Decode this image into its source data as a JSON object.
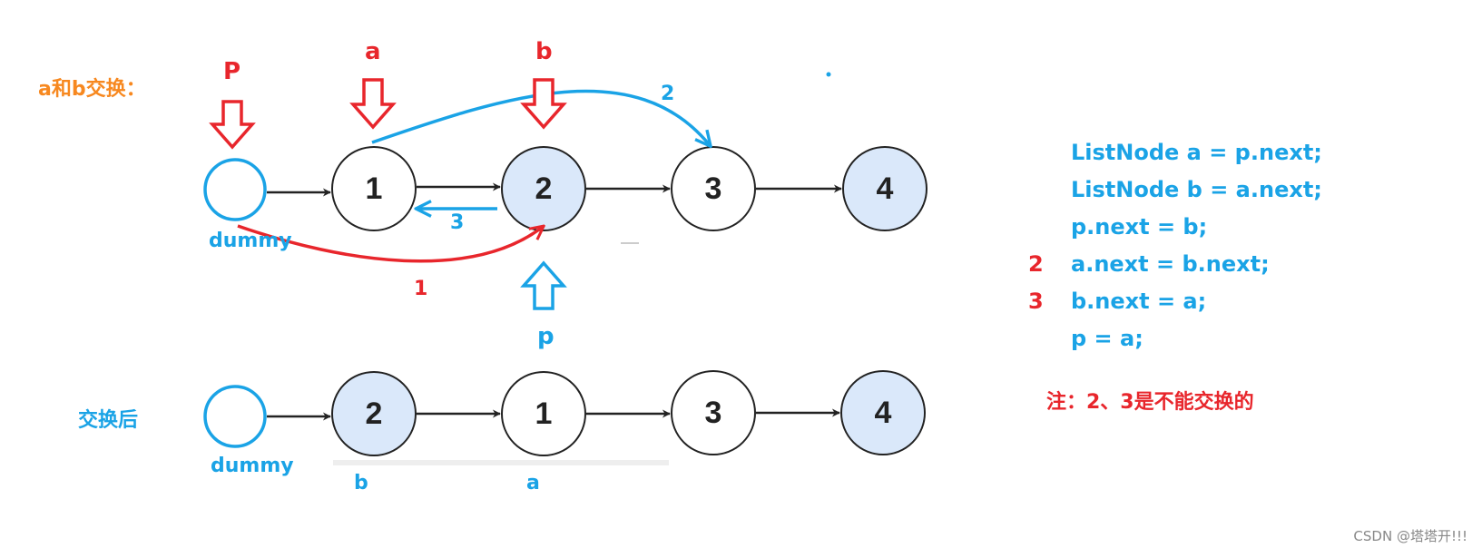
{
  "title": "a和b交换：",
  "after_title": "交换后",
  "pointers": {
    "p_top": "P",
    "a_top": "a",
    "b_top": "b",
    "p_bottom": "p"
  },
  "before_nodes": [
    "1",
    "2",
    "3",
    "4"
  ],
  "after_nodes": [
    "2",
    "1",
    "3",
    "4"
  ],
  "dummy_label": "dummy",
  "after_pointers": {
    "b": "b",
    "a": "a"
  },
  "step_labels": {
    "one": "1",
    "two": "2",
    "three": "3"
  },
  "code": {
    "lines": [
      {
        "num": "",
        "text": "ListNode a = p.next;"
      },
      {
        "num": "",
        "text": "ListNode b = a.next;"
      },
      {
        "num": "",
        "text": "p.next = b;"
      },
      {
        "num": "2",
        "text": "a.next = b.next;"
      },
      {
        "num": "3",
        "text": "b.next = a;"
      },
      {
        "num": "",
        "text": "p = a;"
      }
    ],
    "note": "注：2、3是不能交换的"
  },
  "watermark": "CSDN @塔塔开!!!",
  "colors": {
    "node_fill_highlight": "#dae8fa",
    "blue": "#1aa3e6",
    "red": "#e8262c",
    "orange": "#f7881f"
  }
}
